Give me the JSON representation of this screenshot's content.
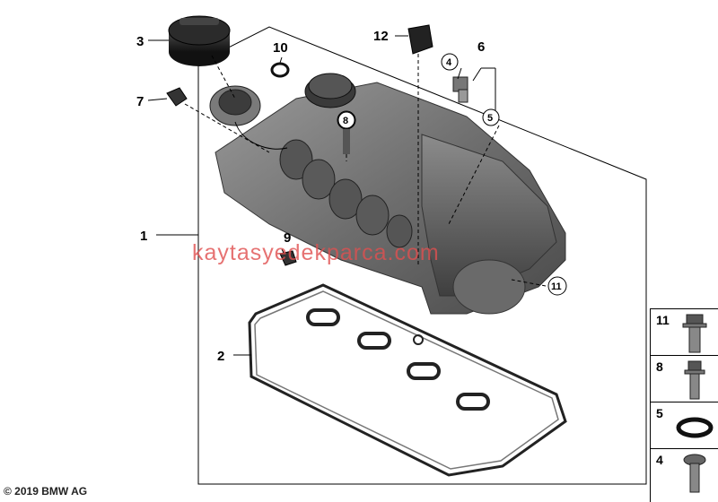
{
  "diagram": {
    "callouts": {
      "c1": "1",
      "c2": "2",
      "c3": "3",
      "c4": "4",
      "c5": "5",
      "c6": "6",
      "c7": "7",
      "c8": "8",
      "c9": "9",
      "c10": "10",
      "c11": "11",
      "c12": "12"
    },
    "parts": [
      {
        "id": "1",
        "icon": "cylinder-head-cover"
      },
      {
        "id": "2",
        "icon": "gasket-set"
      },
      {
        "id": "3",
        "icon": "oil-filler-cap"
      },
      {
        "id": "4",
        "icon": "screw"
      },
      {
        "id": "5",
        "icon": "o-ring"
      },
      {
        "id": "6",
        "icon": "sensor-assembly"
      },
      {
        "id": "7",
        "icon": "clip"
      },
      {
        "id": "8",
        "icon": "bolt"
      },
      {
        "id": "9",
        "icon": "clip"
      },
      {
        "id": "10",
        "icon": "ring"
      },
      {
        "id": "11",
        "icon": "bolt"
      },
      {
        "id": "12",
        "icon": "cover-plug"
      }
    ],
    "watermark": "kaytasyedekparca.com",
    "copyright": "© 2019 BMW AG"
  },
  "legend": {
    "items": [
      {
        "label": "11",
        "icon": "bolt-icon"
      },
      {
        "label": "8",
        "icon": "bolt-icon"
      },
      {
        "label": "5",
        "icon": "o-ring-icon"
      },
      {
        "label": "4",
        "icon": "screw-icon"
      }
    ]
  }
}
